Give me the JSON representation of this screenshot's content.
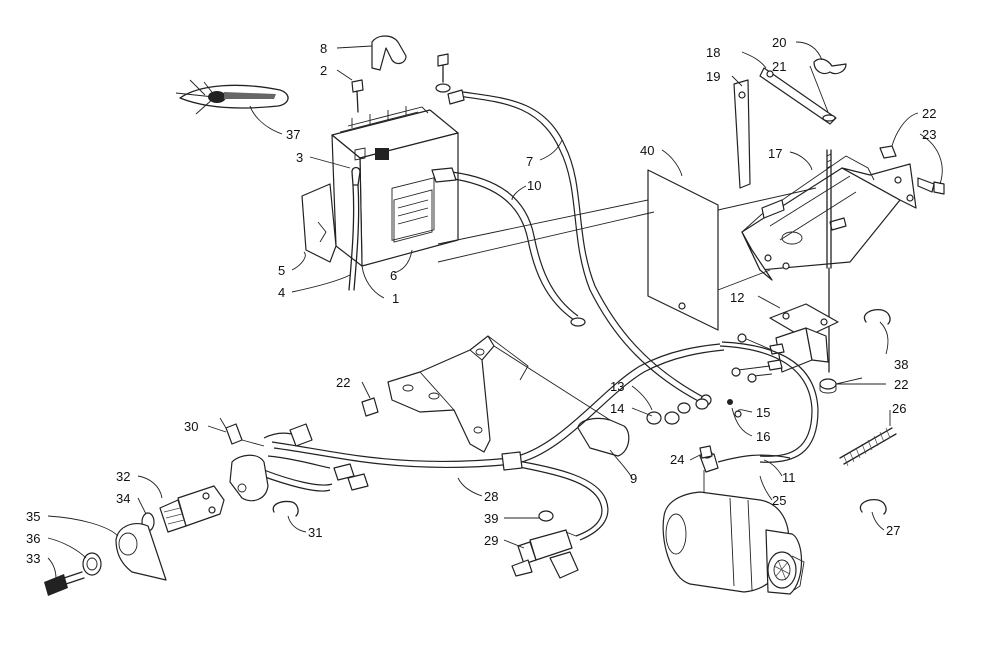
{
  "callouts": {
    "c1": "1",
    "c2": "2",
    "c3": "3",
    "c4": "4",
    "c5": "5",
    "c6": "6",
    "c7": "7",
    "c8": "8",
    "c9": "9",
    "c10": "10",
    "c11": "11",
    "c12": "12",
    "c13": "13",
    "c14": "14",
    "c15": "15",
    "c16": "16",
    "c17": "17",
    "c18": "18",
    "c19": "19",
    "c20": "20",
    "c21": "21",
    "c22a": "22",
    "c22b": "22",
    "c22c": "22",
    "c23": "23",
    "c24": "24",
    "c25": "25",
    "c26": "26",
    "c27": "27",
    "c28": "28",
    "c29": "29",
    "c30": "30",
    "c31": "31",
    "c32": "32",
    "c33": "33",
    "c34": "34",
    "c35": "35",
    "c36": "36",
    "c37": "37",
    "c38": "38",
    "c39": "39",
    "c40": "40"
  }
}
